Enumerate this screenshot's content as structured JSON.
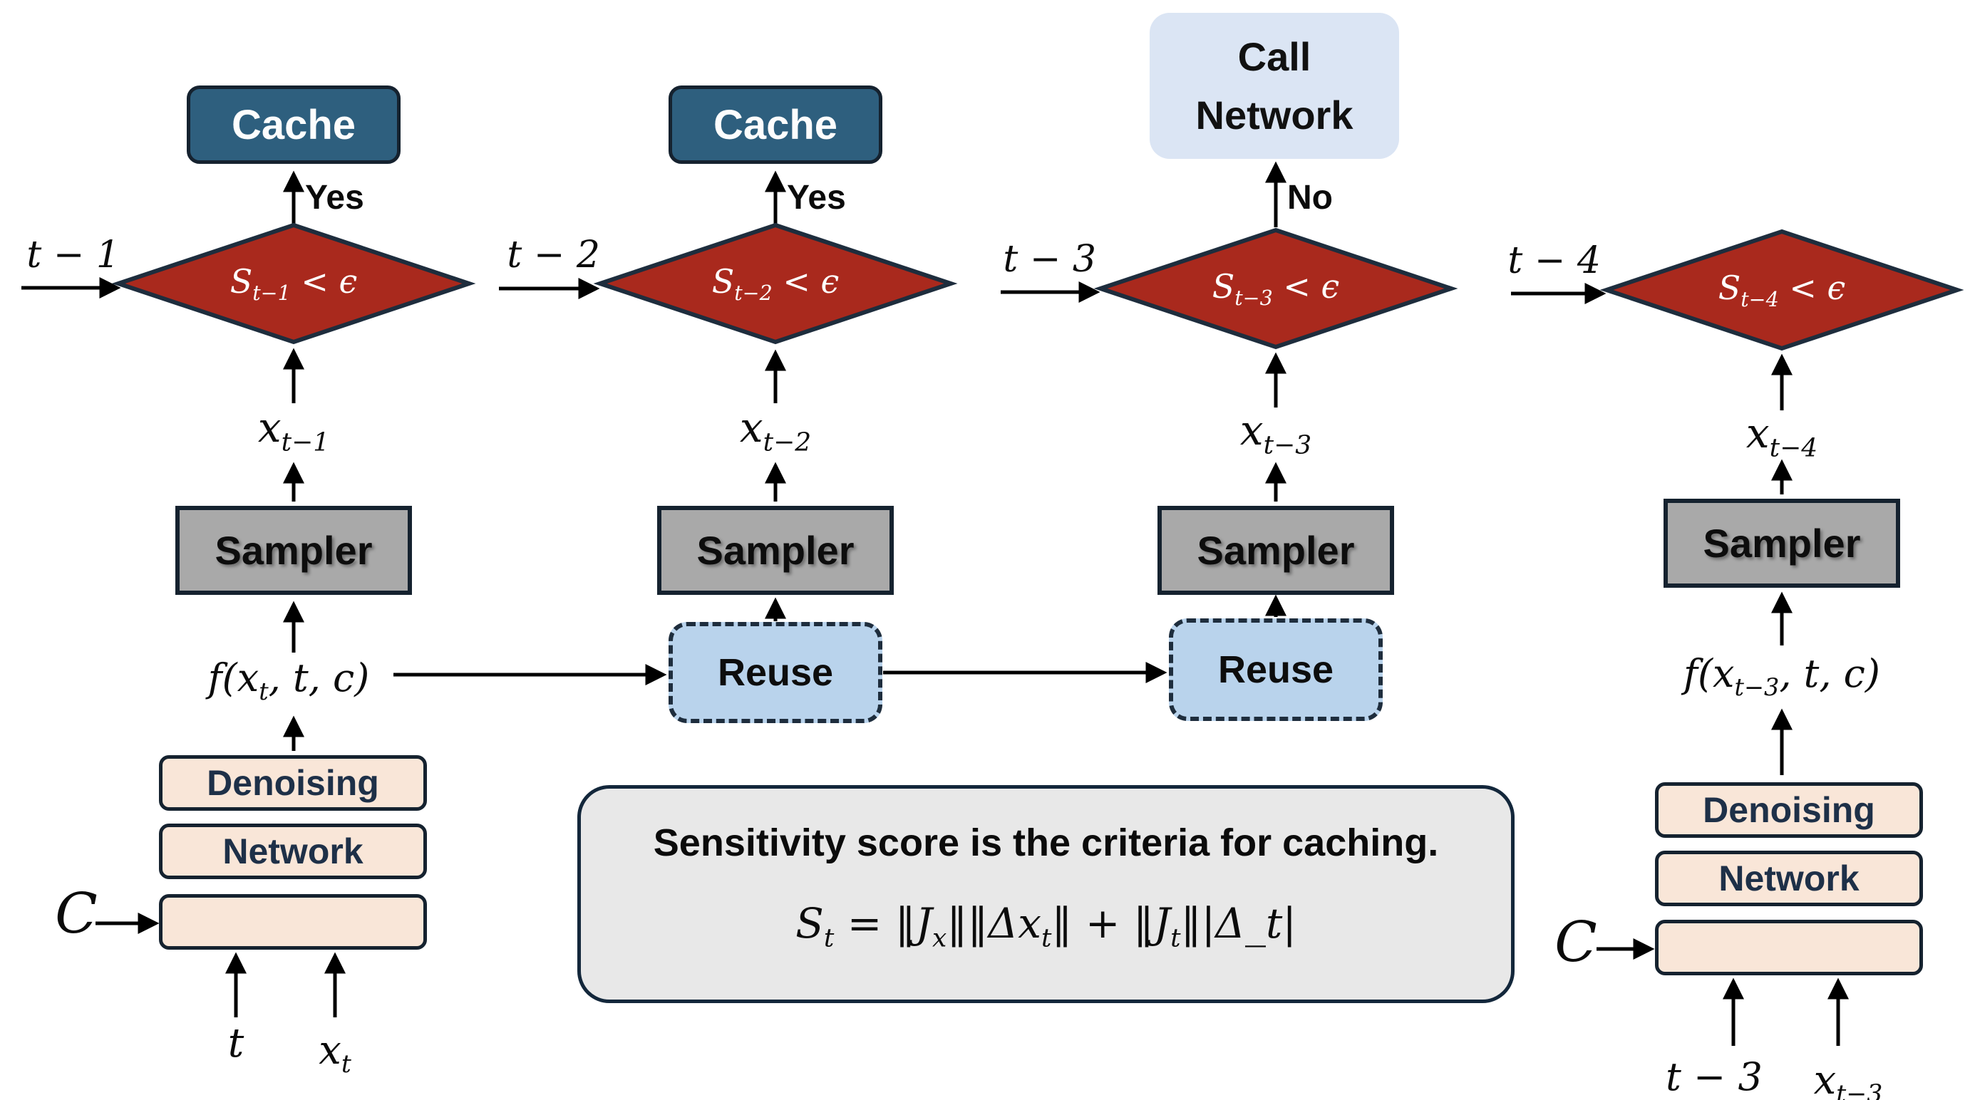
{
  "colors": {
    "diamond_fill": "#a9291d",
    "diamond_border": "#1e2d3d",
    "cache_fill": "#2e5f7e",
    "call_network_fill": "#dbe5f4",
    "sampler_fill": "#a9a9a9",
    "reuse_fill": "#b9d3ec",
    "denoise_fill": "#f9e6d8",
    "note_fill": "#e8e8e8",
    "line_color": "#000000"
  },
  "columns": [
    {
      "timestep": "t − 1",
      "branch": "Yes",
      "top_box": "Cache",
      "diamond": {
        "base": "S",
        "sub": "t−1",
        "rest": " < ϵ"
      },
      "x_out": {
        "base": "x",
        "sub": "t−1"
      },
      "sampler": "Sampler",
      "f_in": {
        "pre": "f(x",
        "sub": "t",
        "post": ", t, c)"
      },
      "stack": [
        "Denoising",
        "Network",
        ""
      ],
      "cond": "C",
      "inputs": [
        {
          "base": "t",
          "sub": ""
        },
        {
          "base": "x",
          "sub": "t"
        }
      ]
    },
    {
      "timestep": "t − 2",
      "branch": "Yes",
      "top_box": "Cache",
      "diamond": {
        "base": "S",
        "sub": "t−2",
        "rest": " < ϵ"
      },
      "x_out": {
        "base": "x",
        "sub": "t−2"
      },
      "sampler": "Sampler",
      "reuse": "Reuse"
    },
    {
      "timestep": "t − 3",
      "branch": "No",
      "top_box_lines": [
        "Call",
        "Network"
      ],
      "diamond": {
        "base": "S",
        "sub": "t−3",
        "rest": " < ϵ"
      },
      "x_out": {
        "base": "x",
        "sub": "t−3"
      },
      "sampler": "Sampler",
      "reuse": "Reuse"
    },
    {
      "timestep": "t − 4",
      "diamond": {
        "base": "S",
        "sub": "t−4",
        "rest": " < ϵ"
      },
      "x_out": {
        "base": "x",
        "sub": "t−4"
      },
      "sampler": "Sampler",
      "f_in": {
        "pre": "f(x",
        "sub": "t−3",
        "post": ", t, c)"
      },
      "stack": [
        "Denoising",
        "Network",
        ""
      ],
      "cond": "C",
      "inputs": [
        {
          "base": "t − 3",
          "sub": ""
        },
        {
          "base": "x",
          "sub": "t−3"
        }
      ]
    }
  ],
  "note": {
    "line1": "Sensitivity score is the criteria for caching.",
    "formula": {
      "p1": "S",
      "s1": "t",
      "p2": " = ‖J",
      "s2": "x",
      "p3": "‖‖Δx",
      "s3": "t",
      "p4": "‖ + ‖J",
      "s4": "t",
      "p5": "‖|Δ_t|"
    }
  }
}
